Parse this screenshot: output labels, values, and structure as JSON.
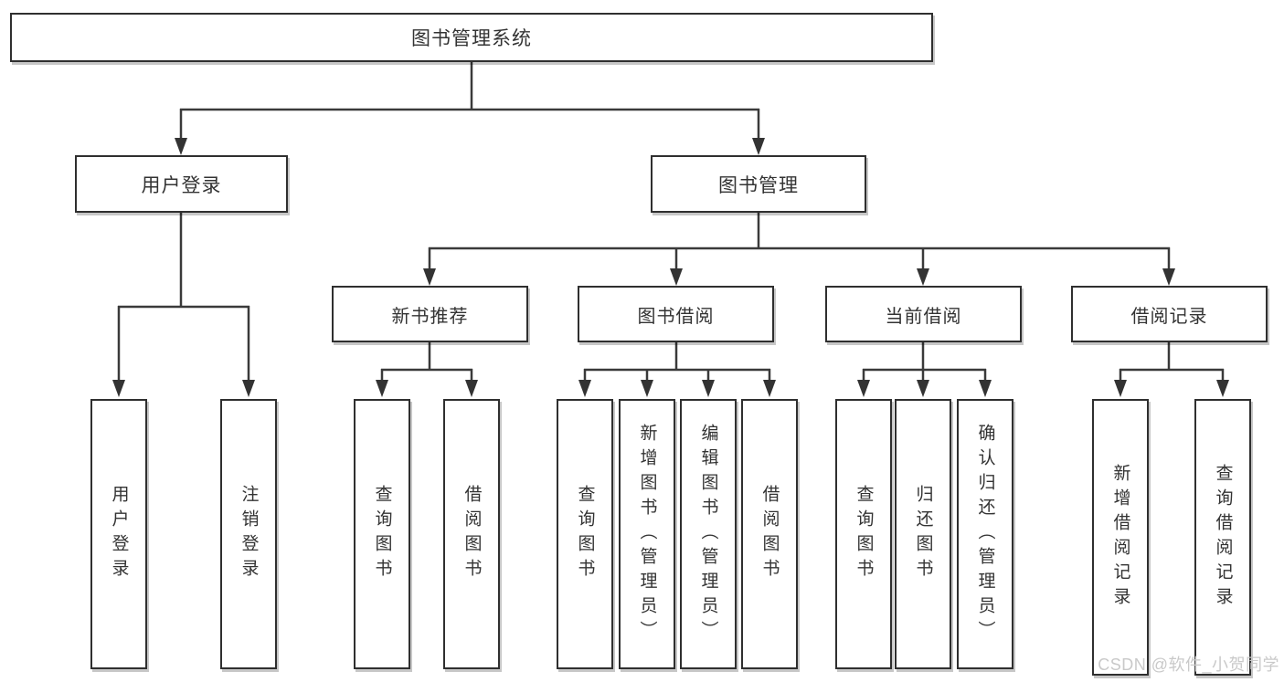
{
  "colors": {
    "line": "#3a3a3a",
    "box_border": "#2f2f2f",
    "text": "#333333",
    "watermark": "#c9c9c9",
    "background": "#ffffff"
  },
  "watermark": "CSDN @软件_小贺同学",
  "tree": {
    "root": "图书管理系统",
    "children": [
      {
        "label": "用户登录",
        "children": [
          "用户登录",
          "注销登录"
        ]
      },
      {
        "label": "图书管理",
        "children": [
          {
            "label": "新书推荐",
            "children": [
              "查询图书",
              "借阅图书"
            ]
          },
          {
            "label": "图书借阅",
            "children": [
              "查询图书",
              "新增图书（管理员）",
              "编辑图书（管理员）",
              "借阅图书"
            ]
          },
          {
            "label": "当前借阅",
            "children": [
              "查询图书",
              "归还图书",
              "确认归还（管理员）"
            ]
          },
          {
            "label": "借阅记录",
            "children": [
              "新增借阅记录",
              "查询借阅记录"
            ]
          }
        ]
      }
    ]
  }
}
